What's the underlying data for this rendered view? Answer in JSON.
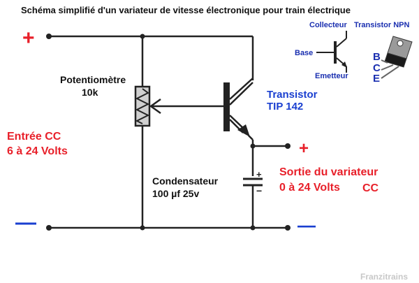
{
  "title": "Schéma simplifié d'un variateur de vitesse électronique pour train électrique",
  "input": {
    "plus": "+",
    "minus": "—",
    "label_line1": "Entrée CC",
    "label_line2": "6 à 24 Volts"
  },
  "potentiometer": {
    "label_line1": "Potentiomètre",
    "label_line2": "10k"
  },
  "transistor": {
    "label_line1": "Transistor",
    "label_line2": "TIP 142"
  },
  "capacitor": {
    "label_line1": "Condensateur",
    "label_line2": "100 µf 25v",
    "plus": "+",
    "minus": "−"
  },
  "output": {
    "plus": "+",
    "minus": "—",
    "label_line1": "Sortie du variateur",
    "label_line2": "0 à 24 Volts",
    "label_unit": "CC"
  },
  "inset": {
    "collector": "Collecteur",
    "base": "Base",
    "emitter": "Emetteur",
    "type": "Transistor NPN",
    "pins": [
      "B",
      "C",
      "E"
    ]
  },
  "watermark": "Franzitrains",
  "colors": {
    "red": "#e8202a",
    "blue": "#1a3fd0",
    "wire": "#222222"
  }
}
